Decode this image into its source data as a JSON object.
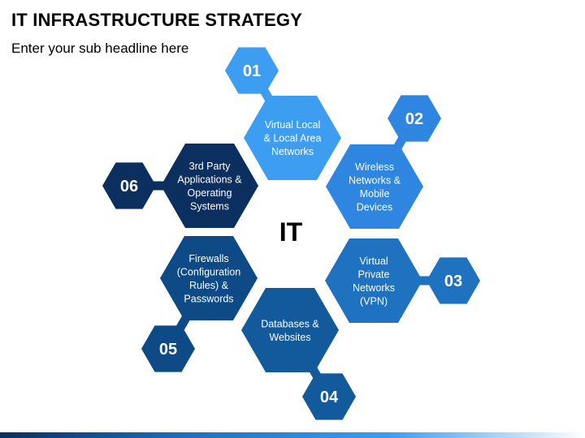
{
  "title": "IT INFRASTRUCTURE STRATEGY",
  "subtitle": "Enter your sub headline here",
  "center_label": "IT",
  "colors": {
    "light_blue": "#3d9df0",
    "mid_blue": "#1f72bf",
    "dark_blue": "#0e4a85",
    "navy": "#0b2f5e"
  },
  "items": [
    {
      "number": "01",
      "lines": [
        "Virtual Local",
        "& Local Area",
        "Networks"
      ],
      "color": "#3d9df0"
    },
    {
      "number": "02",
      "lines": [
        "Wireless",
        "Networks &",
        "Mobile",
        "Devices"
      ],
      "color": "#2e86e0"
    },
    {
      "number": "03",
      "lines": [
        "Virtual",
        "Private",
        "Networks",
        "(VPN)"
      ],
      "color": "#1f72bf"
    },
    {
      "number": "04",
      "lines": [
        "Databases &",
        "Websites"
      ],
      "color": "#135a9c"
    },
    {
      "number": "05",
      "lines": [
        "Firewalls",
        "(Configuration",
        "Rules) &",
        "Passwords"
      ],
      "color": "#0e4a85"
    },
    {
      "number": "06",
      "lines": [
        "3rd Party",
        "Applications &",
        "Operating",
        "Systems"
      ],
      "color": "#0b2f5e"
    }
  ]
}
